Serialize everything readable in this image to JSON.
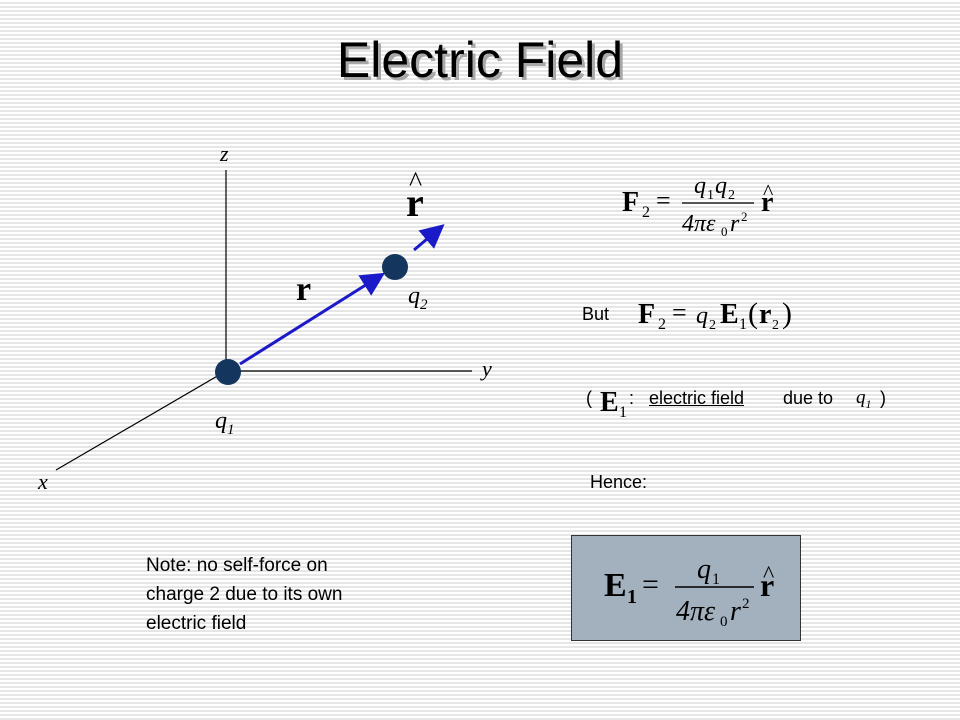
{
  "slide": {
    "title": "Electric Field"
  },
  "diagram": {
    "axis_z": "z",
    "axis_y": "y",
    "axis_x": "x",
    "vector_r": "r",
    "unit_vector_r": "r",
    "unit_hat": "^",
    "charge1": "q",
    "charge1_sub": "1",
    "charge2": "q",
    "charge2_sub": "2",
    "colors": {
      "vector": "#1a1ac8",
      "charge": "#13355e",
      "axis": "#000000"
    }
  },
  "equations": {
    "force": {
      "lhs": "F",
      "lhs_sub": "2",
      "num_q1": "q",
      "num_q1_sub": "1",
      "num_q2": "q",
      "num_q2_sub": "2",
      "den": "4πε",
      "den_sub": "0",
      "den_r": "r",
      "den_exp": "2",
      "unit": "r",
      "hat": "^"
    },
    "but_label": "But",
    "but_eq": {
      "lhs": "F",
      "lhs_sub": "2",
      "q": "q",
      "q_sub": "2",
      "E": "E",
      "E_sub": "1",
      "arg_open": "(",
      "arg_r": "r",
      "arg_sub": "2",
      "arg_close": ")"
    },
    "definition": {
      "open_paren": "(",
      "E": "E",
      "E_sub": "1",
      "colon": ":",
      "text_underlined": "electric field",
      "text_rest": "due to",
      "q": "q",
      "q_sub": "1",
      "close_paren": ")"
    },
    "hence_label": "Hence:",
    "result": {
      "lhs": "E",
      "lhs_sub": "1",
      "num": "q",
      "num_sub": "1",
      "den": "4πε",
      "den_sub": "0",
      "den_r": "r",
      "den_exp": "2",
      "unit": "r",
      "hat": "^",
      "box_color": "#a3b0be"
    }
  },
  "note": {
    "line1": "Note: no self-force on",
    "line2": "charge 2 due to its own",
    "line3": "electric field"
  }
}
